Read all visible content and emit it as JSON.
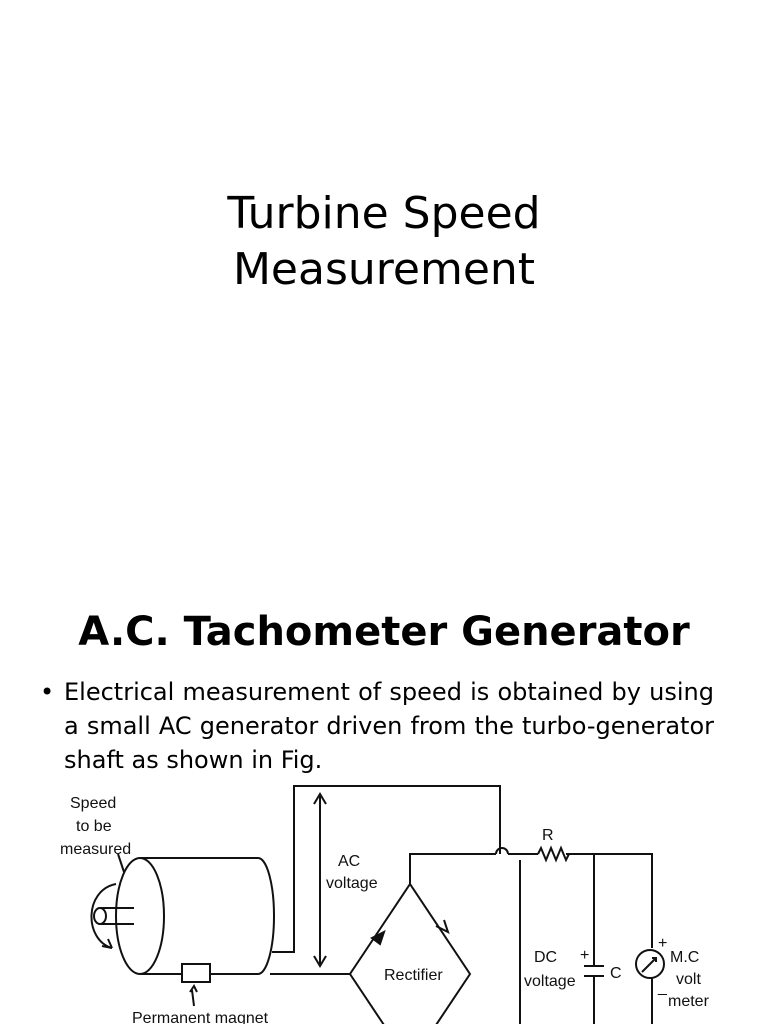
{
  "slide1": {
    "title_line1": "Turbine Speed",
    "title_line2": "Measurement"
  },
  "slide2": {
    "heading": "A.C. Tachometer Generator",
    "bullet_mark": "•",
    "bullet_text": "Electrical measurement of speed is obtained by using a small AC generator driven from the turbo-generator shaft as shown in Fig."
  },
  "diagram": {
    "speed_label": [
      "Speed",
      "to be",
      "measured"
    ],
    "ac_voltage": [
      "AC",
      "voltage"
    ],
    "rectifier": "Rectifier",
    "resistor": "R",
    "dc_voltage": [
      "DC",
      "voltage"
    ],
    "capacitor": "C",
    "plus": "+",
    "minus": "_",
    "meter_label": [
      "M.C",
      "volt",
      "meter"
    ],
    "magnet_label": "Permanent magnet"
  }
}
